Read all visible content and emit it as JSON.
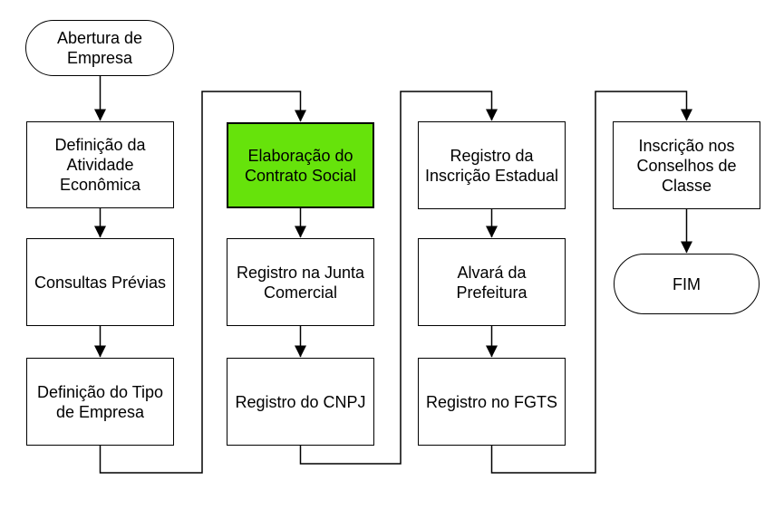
{
  "flowchart": {
    "nodes": {
      "start": {
        "label": "Abertura de\nEmpresa",
        "shape": "terminator"
      },
      "definicao_atividade": {
        "label": "Definição da\nAtividade\nEconômica",
        "shape": "process"
      },
      "consultas_previas": {
        "label": "Consultas Prévias",
        "shape": "process"
      },
      "definicao_tipo": {
        "label": "Definição do Tipo\nde Empresa",
        "shape": "process"
      },
      "elaboracao_contrato": {
        "label": "Elaboração do\nContrato Social",
        "shape": "process",
        "highlighted": true
      },
      "registro_junta": {
        "label": "Registro na Junta\nComercial",
        "shape": "process"
      },
      "registro_cnpj": {
        "label": "Registro do CNPJ",
        "shape": "process"
      },
      "registro_inscricao_estadual": {
        "label": "Registro da\nInscrição Estadual",
        "shape": "process"
      },
      "alvara_prefeitura": {
        "label": "Alvará da\nPrefeitura",
        "shape": "process"
      },
      "registro_fgts": {
        "label": "Registro no FGTS",
        "shape": "process"
      },
      "inscricao_conselhos": {
        "label": "Inscrição nos\nConselhos de\nClasse",
        "shape": "process"
      },
      "end": {
        "label": "FIM",
        "shape": "terminator"
      }
    },
    "edges": [
      [
        "start",
        "definicao_atividade"
      ],
      [
        "definicao_atividade",
        "consultas_previas"
      ],
      [
        "consultas_previas",
        "definicao_tipo"
      ],
      [
        "definicao_tipo",
        "elaboracao_contrato"
      ],
      [
        "elaboracao_contrato",
        "registro_junta"
      ],
      [
        "registro_junta",
        "registro_cnpj"
      ],
      [
        "registro_cnpj",
        "registro_inscricao_estadual"
      ],
      [
        "registro_inscricao_estadual",
        "alvara_prefeitura"
      ],
      [
        "alvara_prefeitura",
        "registro_fgts"
      ],
      [
        "registro_fgts",
        "inscricao_conselhos"
      ],
      [
        "inscricao_conselhos",
        "end"
      ]
    ],
    "colors": {
      "highlight_fill": "#66E30B",
      "node_fill": "#FFFFFF",
      "line": "#000000",
      "text": "#000000",
      "background": "#FFFFFF"
    }
  }
}
